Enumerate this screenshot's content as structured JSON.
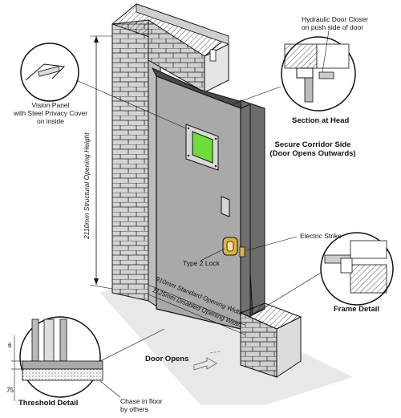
{
  "labels": {
    "hydraulic_closer_line1": "Hydraulic Door Closer",
    "hydraulic_closer_line2": "on push side of door",
    "section_at_head": "Section at Head",
    "vision_panel_line1": "Vision Panel",
    "vision_panel_line2": "with Steel Privacy Cover",
    "vision_panel_line3": "on inside",
    "secure_corridor_line1": "Secure Corridor Side",
    "secure_corridor_line2": "(Door Opens Outwards)",
    "structural_height": "2110mm Structural Opening Height",
    "electric_strike": "Electric Strike",
    "type2_lock": "Type 2 Lock",
    "standard_width": "910mm Standard Opening Width",
    "disabled_width": "1125mm Disabled Opening Width",
    "frame_detail": "Frame Detail",
    "door_opens": "Door Opens",
    "threshold_detail": "Threshold Detail",
    "chase_line1": "Chase in floor",
    "chase_line2": "by others",
    "dim_6": "6",
    "dim_75": "75"
  },
  "colors": {
    "brick": "#d2d2d2",
    "mortar": "#ffffff",
    "door_face": "#a9a9a9",
    "frame_dark": "#5a5a5a",
    "vision_green": "#6fdc3a",
    "lock_yellow": "#e0b43c",
    "floor": "#e6e6e6",
    "line": "#111111"
  }
}
